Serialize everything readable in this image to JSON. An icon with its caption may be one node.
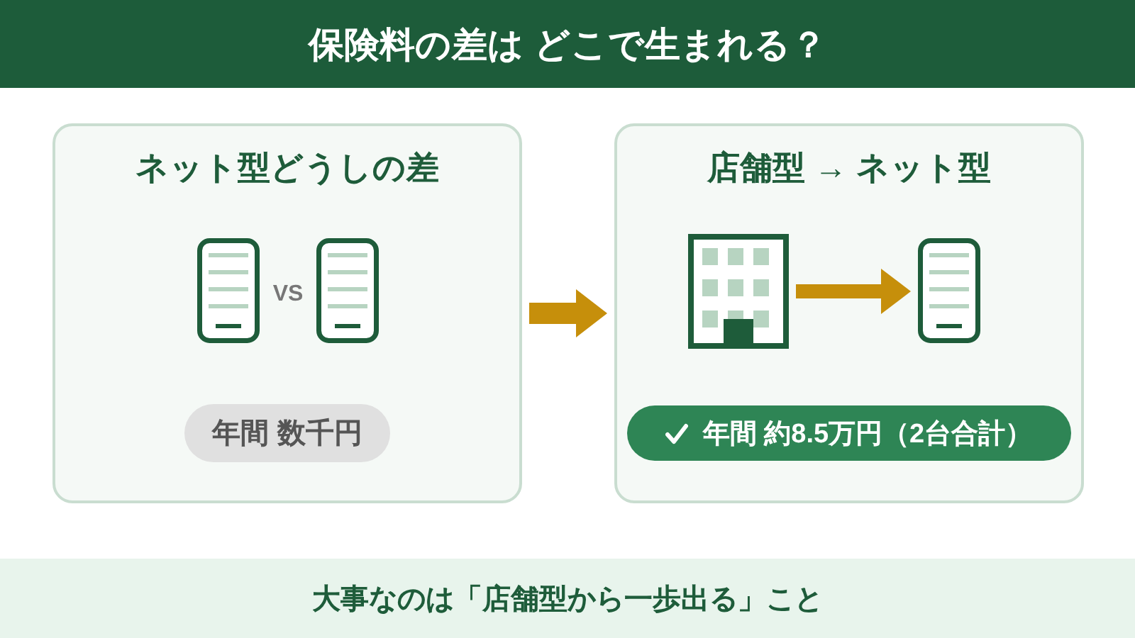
{
  "diagram": {
    "title": "保険料の差は どこで生まれる？",
    "caption": "大事なのは「店舗型から一歩出る」こと",
    "nodes": [
      {
        "text": [
          "ネット型どうしの差"
        ]
      },
      {
        "text": [],
        "shape": "picture",
        "in": 0
      },
      {
        "text": [],
        "shape": "picture",
        "in": 0
      },
      {
        "text": [
          "年間 数千円"
        ],
        "in": 0
      },
      {
        "text": [
          "店舗型 → ネット型"
        ]
      },
      {
        "text": [],
        "shape": "picture",
        "in": 4
      },
      {
        "text": [],
        "shape": "picture",
        "in": 4
      },
      {
        "text": [
          "年間 約8.5万円（2台合計）"
        ],
        "in": 4
      }
    ],
    "edges": [
      {
        "from": 0,
        "to": 4,
        "arrow": "to"
      },
      {
        "from": 5,
        "to": 6,
        "arrow": "to"
      }
    ],
    "labels": [
      "VS"
    ]
  }
}
